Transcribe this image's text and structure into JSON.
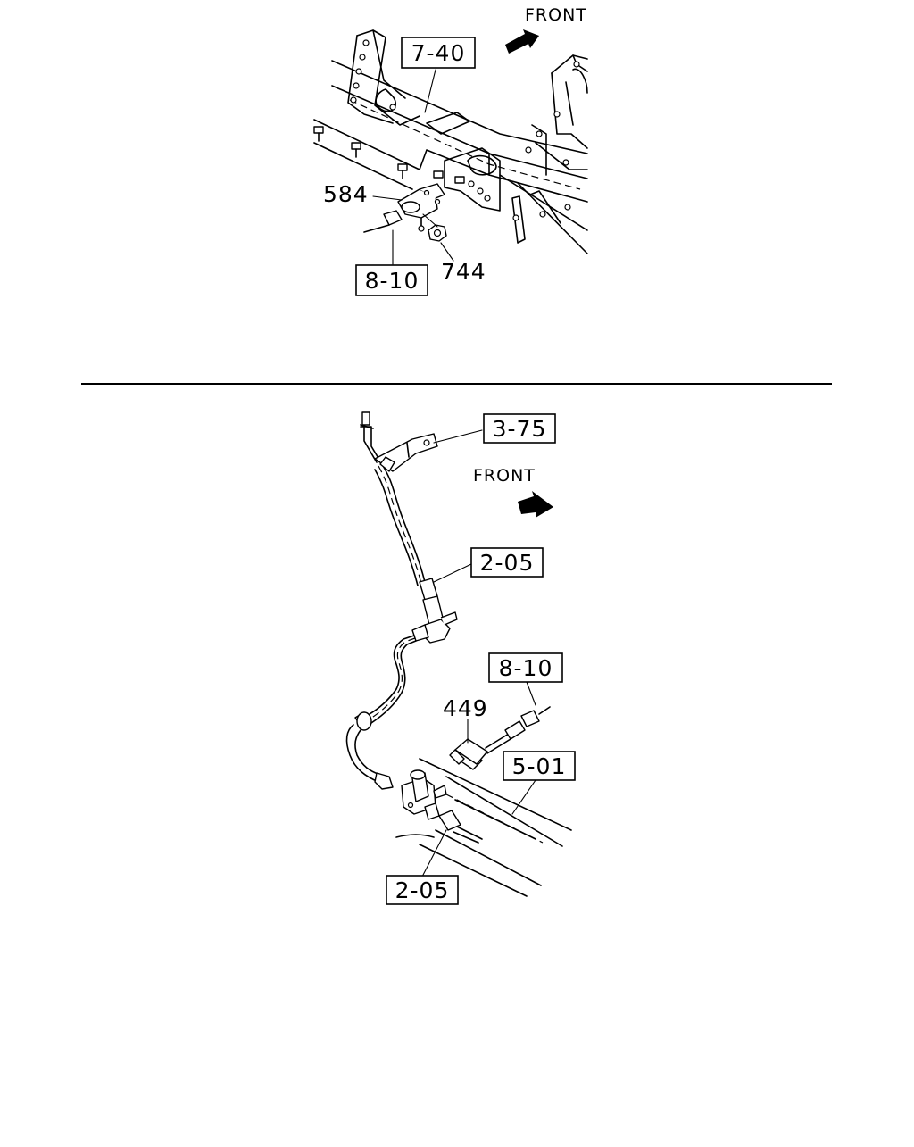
{
  "top_diagram": {
    "front_label": "FRONT",
    "callouts": {
      "ref_7_40": "7-40",
      "part_584": "584",
      "ref_8_10": "8-10",
      "part_744": "744"
    }
  },
  "bottom_diagram": {
    "front_label": "FRONT",
    "callouts": {
      "ref_3_75": "3-75",
      "ref_2_05_upper": "2-05",
      "ref_8_10": "8-10",
      "part_449": "449",
      "ref_5_01": "5-01",
      "ref_2_05_lower": "2-05"
    }
  }
}
